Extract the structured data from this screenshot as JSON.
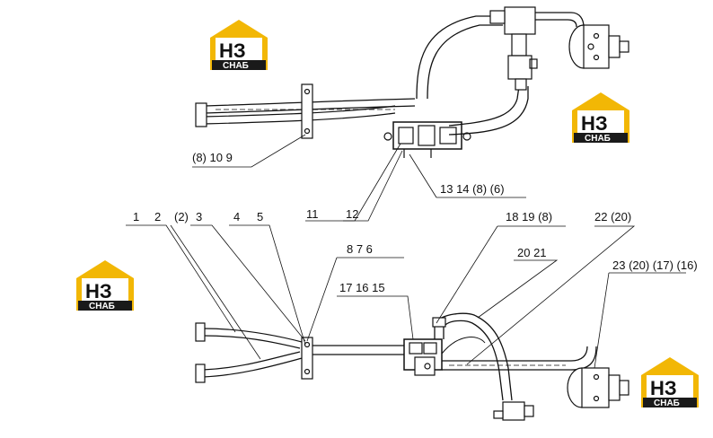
{
  "logos": [
    {
      "mark": "НЗ",
      "word": "СНАБ"
    },
    {
      "mark": "НЗ",
      "word": "СНАБ"
    },
    {
      "mark": "НЗ",
      "word": "СНАБ"
    },
    {
      "mark": "НЗ",
      "word": "СНАБ"
    }
  ],
  "logo_colors": {
    "roof": "#f2b705",
    "badge": "#1a1a1a"
  },
  "top_view": {
    "label_a": "(8)  10   9",
    "label_b": "11",
    "label_c": "12",
    "label_d": "13   14   (8)   (6)"
  },
  "bottom_view": {
    "label_1": "1",
    "label_2": "2",
    "label_3": "(2)",
    "label_4": "3",
    "label_5": "4",
    "label_6": "5",
    "label_7": "8    7    6",
    "label_8": "17   16   15",
    "label_9": "18   19   (8)",
    "label_10": "22 (20)",
    "label_11": "20   21",
    "label_12": "23  (20)  (17)  (16)"
  }
}
